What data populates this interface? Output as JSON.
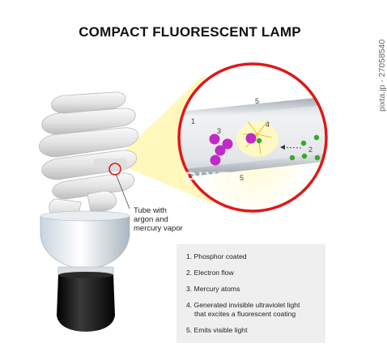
{
  "title": "COMPACT FLUORESCENT LAMP",
  "callout": {
    "lines": [
      "Tube with",
      "argon and",
      "mercury vapor"
    ]
  },
  "legend": {
    "items": [
      "1. Phosphor coated",
      "2. Electron flow",
      "3. Mercury atoms",
      "4. Generated invisible ultraviolet light",
      "that excites a fluorescent coating",
      "5. Emits visible light"
    ]
  },
  "diagram_labels": {
    "n1": "1",
    "n2": "2",
    "n3": "3",
    "n4": "4",
    "n5_top": "5",
    "n5_bottom": "5"
  },
  "watermark": "PIXTA",
  "side_id": "pixta.jp - 27058540",
  "colors": {
    "circle_border": "#e01818",
    "mercury_atom": "#c02bc8",
    "electron": "#3aa52a",
    "glow": "#fff6a0",
    "bulb_tube": "#e8e8e8",
    "base": "#111111"
  }
}
